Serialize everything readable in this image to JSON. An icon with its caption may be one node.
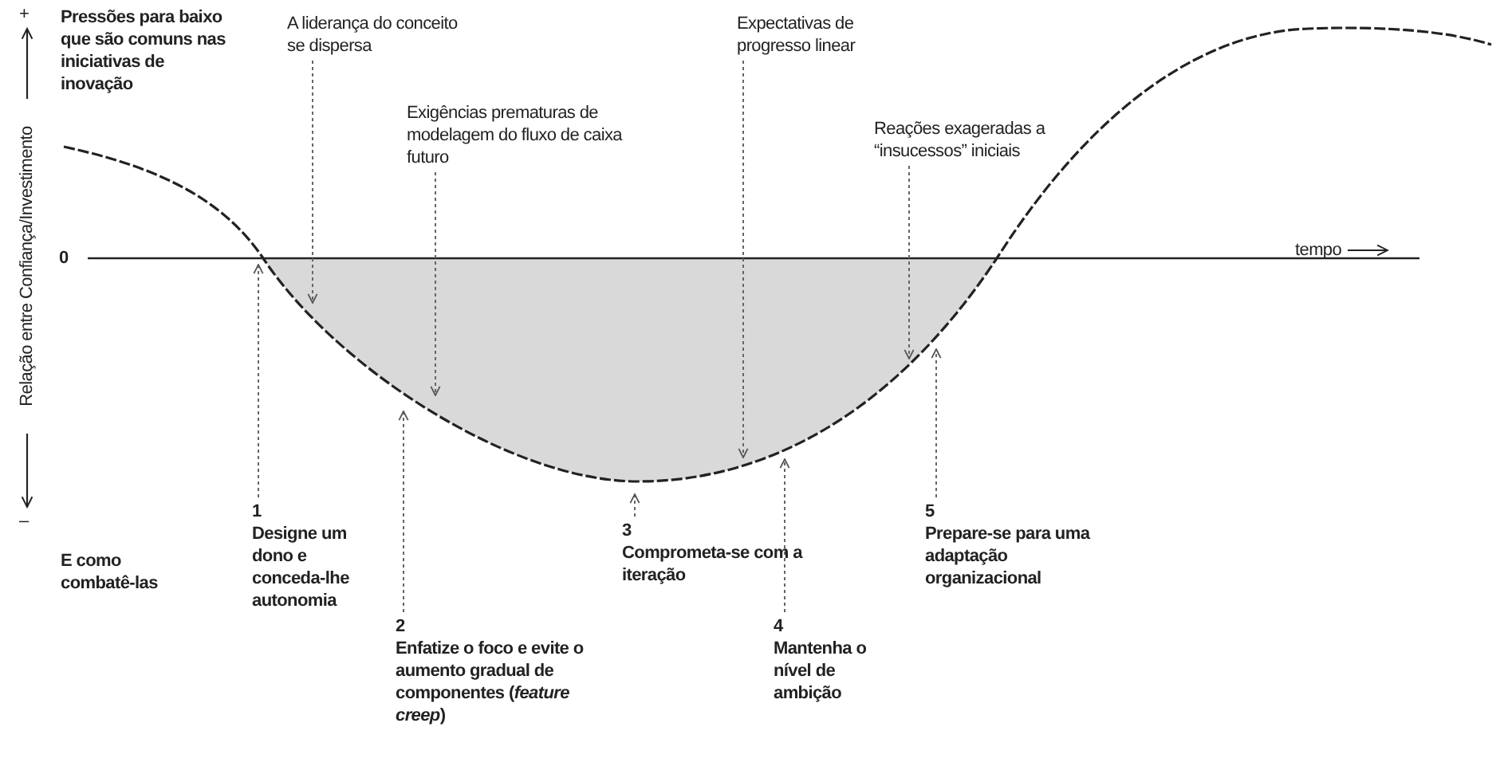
{
  "diagram": {
    "nodes": [
      {
        "text": [
          "A liderança do conceito se dispersa"
        ]
      },
      {
        "text": [
          "Exigências prematuras de modelagem do fluxo de caixa futuro"
        ]
      },
      {
        "text": [
          "Expectativas de progresso linear"
        ]
      },
      {
        "text": [
          "Reações exageradas a “insucessos” iniciais"
        ]
      },
      {
        "text": [
          "1",
          "Designe um dono e conceda-lhe autonomia"
        ]
      },
      {
        "text": [
          "2",
          "Enfatize o foco e evite o aumento gradual de componentes (*feature creep*)"
        ]
      },
      {
        "text": [
          "3",
          "Comprometa-se com a iteração"
        ]
      },
      {
        "text": [
          "4",
          "Mantenha o nível de ambição"
        ]
      },
      {
        "text": [
          "5",
          "Prepare-se para uma adaptação organizacional"
        ]
      },
      {
        "text": [],
        "shape": "area"
      }
    ],
    "edges": [
      {
        "from": 0,
        "to": 9,
        "arrow": "to",
        "style": "dashed"
      },
      {
        "from": 1,
        "to": 9,
        "arrow": "to",
        "style": "dashed"
      },
      {
        "from": 2,
        "to": 9,
        "arrow": "to",
        "style": "dashed"
      },
      {
        "from": 3,
        "to": 9,
        "arrow": "to",
        "style": "dashed"
      },
      {
        "from": 4,
        "to": 9,
        "arrow": "to",
        "style": "dashed"
      },
      {
        "from": 5,
        "to": 9,
        "arrow": "to",
        "style": "dashed"
      },
      {
        "from": 6,
        "to": 9,
        "arrow": "to",
        "style": "dashed"
      },
      {
        "from": 7,
        "to": 9,
        "arrow": "to",
        "style": "dashed"
      },
      {
        "from": 8,
        "to": 9,
        "arrow": "to",
        "style": "dashed"
      }
    ],
    "labels": [
      "Pressões para baixo que são comuns nas iniciativas de inovação",
      "+",
      "Relação entre Confiança/Investimento",
      "–",
      "0",
      "tempo",
      "E como combatê-las"
    ]
  }
}
